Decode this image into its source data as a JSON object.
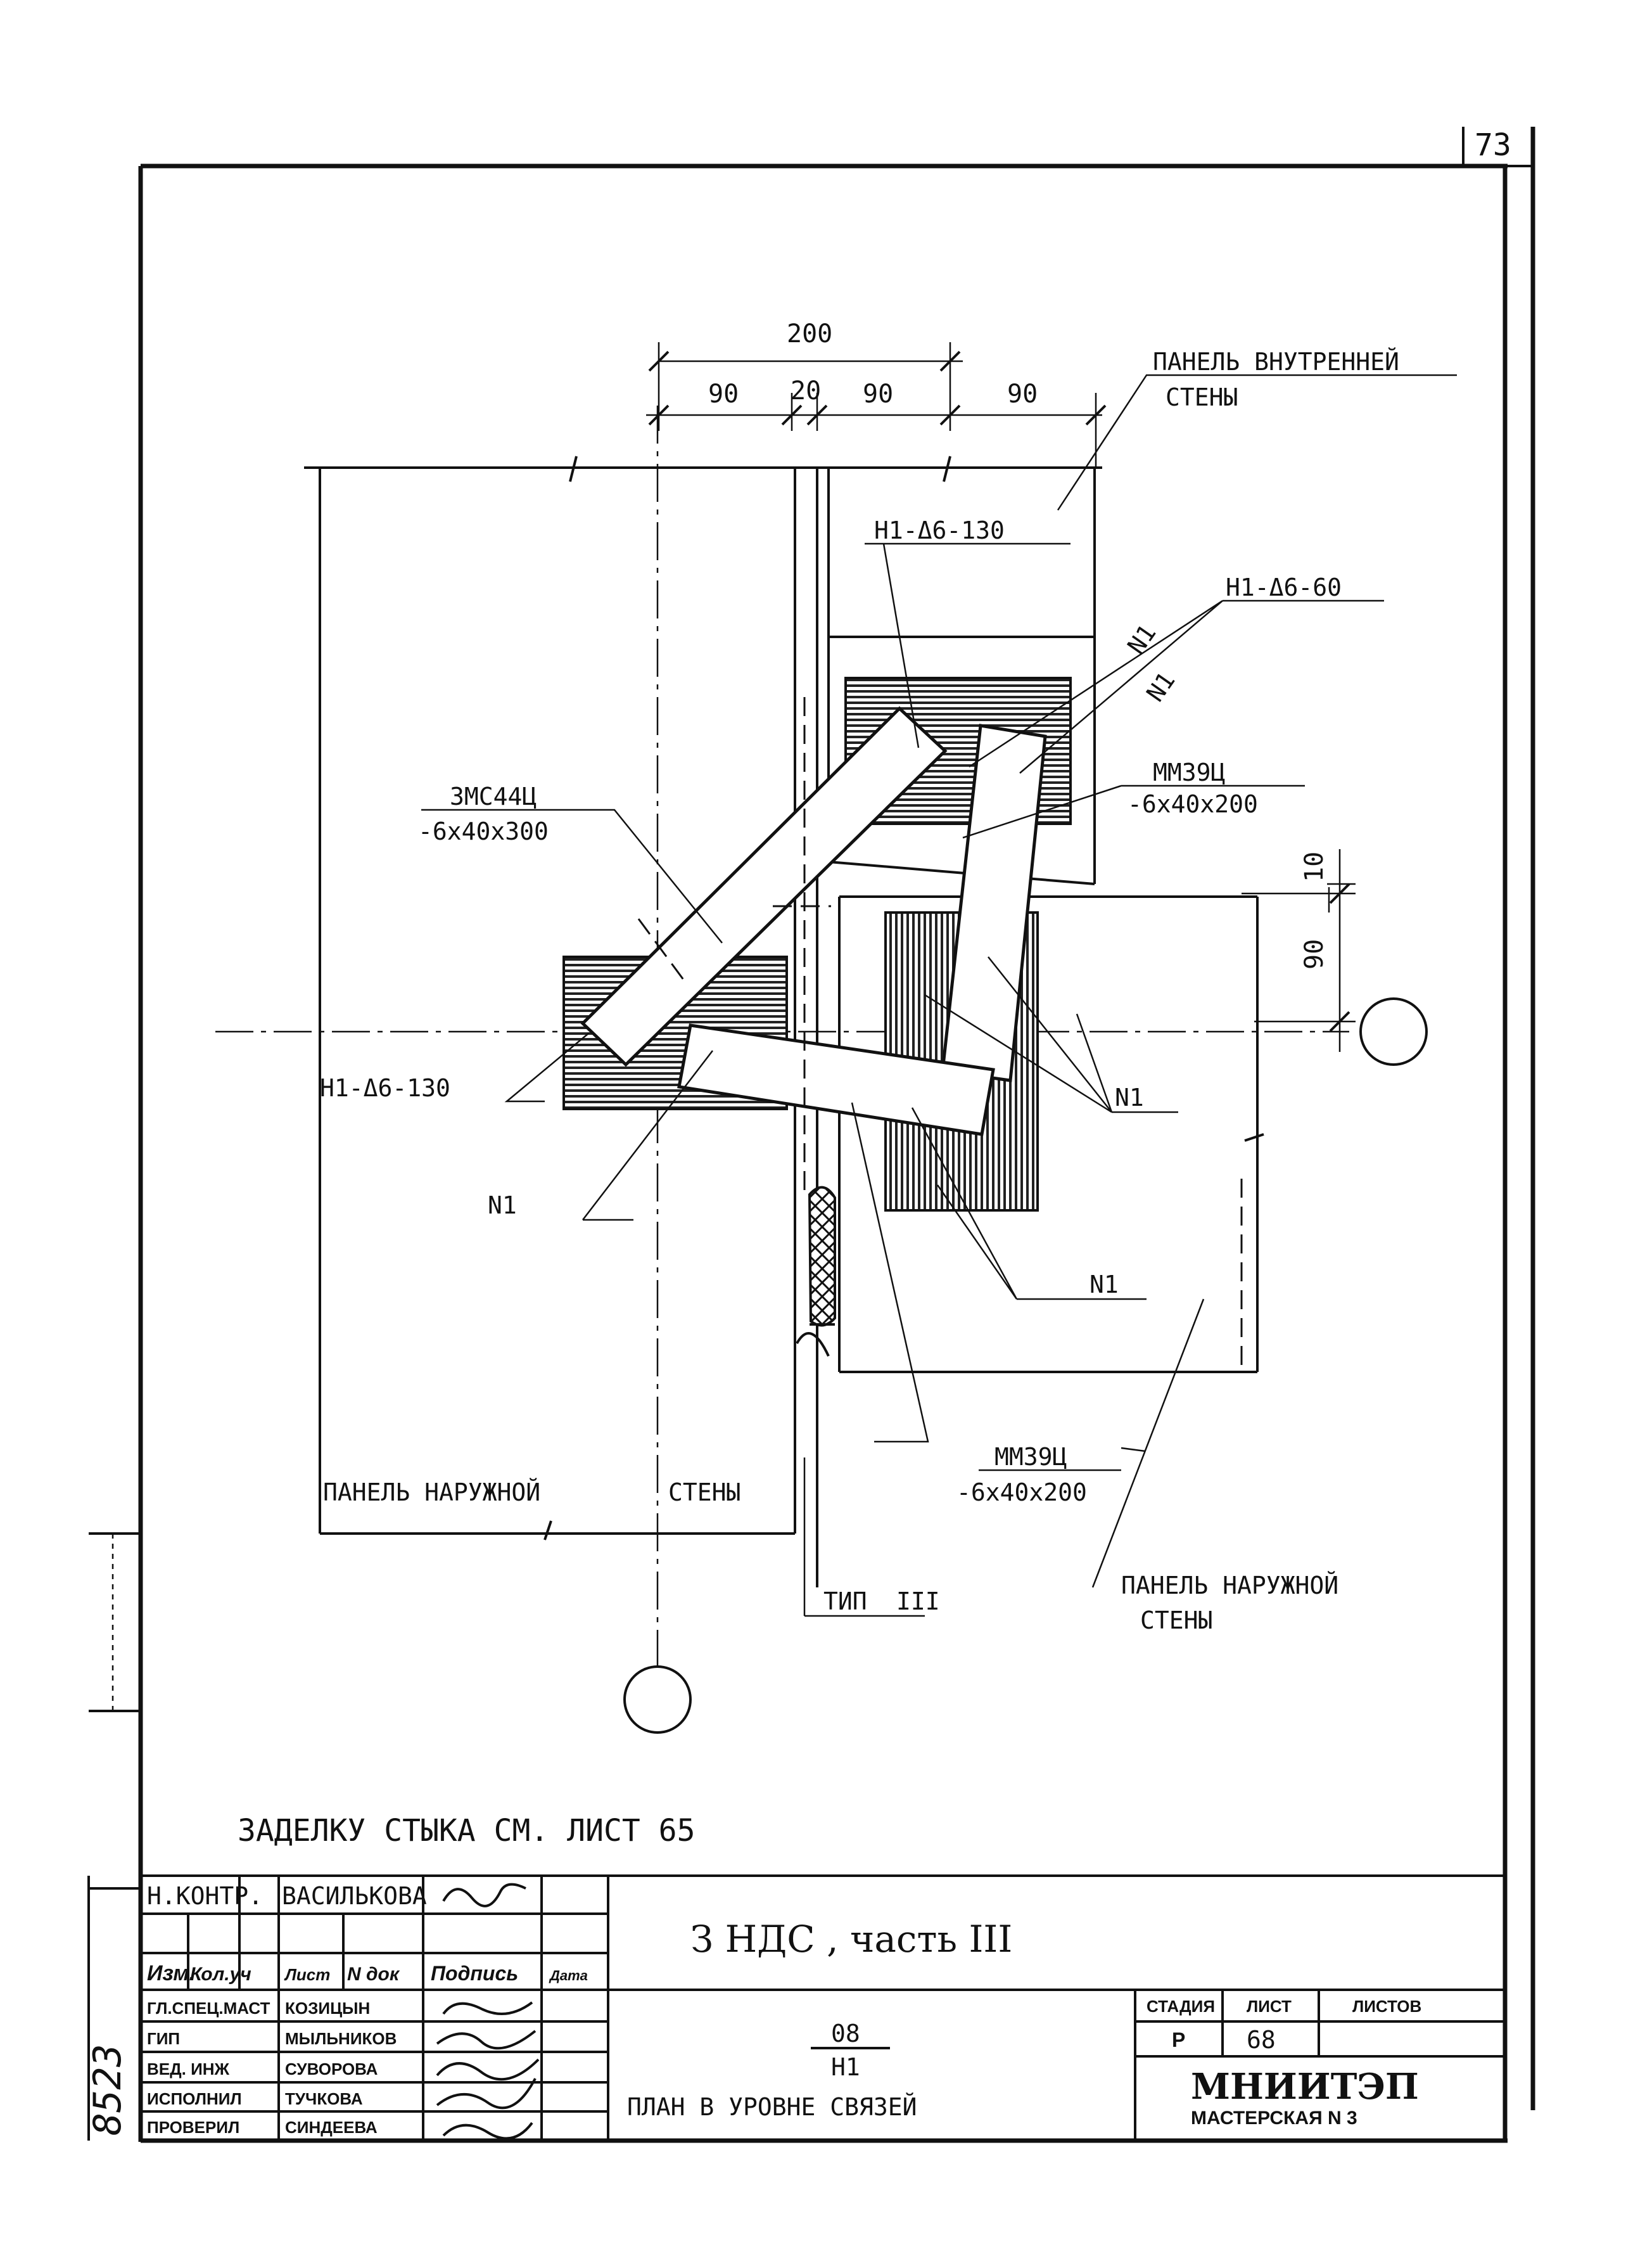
{
  "sheet_number": "73",
  "dimensions": {
    "overall": "200",
    "d1": "90",
    "d2": "20",
    "d3": "90",
    "d4": "90",
    "right_small": "10",
    "right_big": "90"
  },
  "labels": {
    "inner_wall_panel_line1": "ПАНЕЛЬ ВНУТРЕННЕЙ",
    "inner_wall_panel_line2": "СТЕНЫ",
    "h1_130_top": "Н1-Δ6-130",
    "h1_60": "Н1-Δ6-60",
    "n1_a": "N1",
    "n1_b": "N1",
    "mm39_top": "ММ39Ц",
    "mm39_top_size": "-6x40x200",
    "zmc44": "ЗМС44Ц",
    "zmc44_size": "-6x40x300",
    "h1_130_left": "Н1-Δ6-130",
    "n1_left": "N1",
    "n1_right": "N1",
    "n1_bottom": "N1",
    "mm39_bottom": "ММ39Ц",
    "mm39_bottom_size": "-6x40x200",
    "outer_panel_left": "ПАНЕЛЬ НАРУЖНОЙ",
    "outer_panel_left_2": "СТЕНЫ",
    "type": "ТИП",
    "type_numeral": "III",
    "outer_panel_right_line1": "ПАНЕЛЬ НАРУЖНОЙ",
    "outer_panel_right_line2": "СТЕНЫ"
  },
  "note": "ЗАДЕЛКУ СТЫКА СМ. ЛИСТ 65",
  "title_block": {
    "norm_control_label": "Н.КОНТР.",
    "norm_control_name": "ВАСИЛЬКОВА",
    "col_headers": [
      "Изм.",
      "Кол.уч",
      "Лист",
      "N док",
      "Подпись",
      "Дата"
    ],
    "rows": [
      {
        "role": "ГЛ.СПЕЦ.МАСТ",
        "name": "КОЗИЦЫН"
      },
      {
        "role": "ГИП",
        "name": "МЫЛЬНИКОВ"
      },
      {
        "role": "ВЕД. ИНЖ",
        "name": "СУВОРОВА"
      },
      {
        "role": "ИСПОЛНИЛ",
        "name": "ТУЧКОВА"
      },
      {
        "role": "ПРОВЕРИЛ",
        "name": "СИНДЕЕВА"
      }
    ],
    "project": "З НДС , часть III",
    "code_top": "08",
    "code_bottom": "Н1",
    "drawing_title": "ПЛАН В УРОВНЕ СВЯЗЕЙ",
    "stage_label": "СТАДИЯ",
    "sheet_label": "ЛИСТ",
    "sheets_label": "ЛИСТОВ",
    "stage_value": "Р",
    "sheet_value": "68",
    "sheets_value": "",
    "org_name": "МНИИТЭП",
    "org_workshop": "МАСТЕРСКАЯ N 3"
  },
  "side_stamp": "8523"
}
